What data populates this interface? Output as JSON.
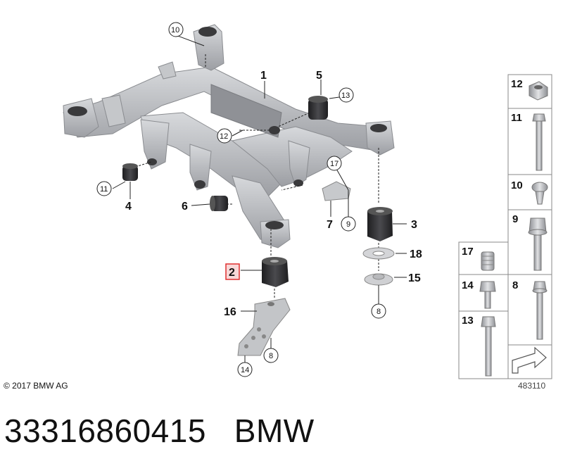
{
  "copyright": "© 2017 BMW AG",
  "drawing_number": "483110",
  "part_number": "33316860415",
  "brand": "BMW",
  "highlighted_callout": "2",
  "callouts": {
    "c1": "1",
    "c2": "2",
    "c3": "3",
    "c4": "4",
    "c5": "5",
    "c6": "6",
    "c7": "7",
    "c9_circle": "9",
    "c10_circle": "10",
    "c11_circle": "11",
    "c12_circle": "12",
    "c13_circle": "13",
    "c16": "16",
    "c17_circle": "17",
    "c18": "18",
    "c15": "15",
    "c8_circle_a": "8",
    "c8_circle_b": "8",
    "c14_circle": "14"
  },
  "parts_table": {
    "right_column": [
      "12",
      "11",
      "10",
      "9",
      "8"
    ],
    "left_column": [
      "17",
      "14",
      "13"
    ]
  },
  "colors": {
    "highlight_border": "#e03030",
    "highlight_fill": "#f8d8d8",
    "frame_gray": "#b7b9bd",
    "bushing_dark": "#2c2c2e"
  }
}
